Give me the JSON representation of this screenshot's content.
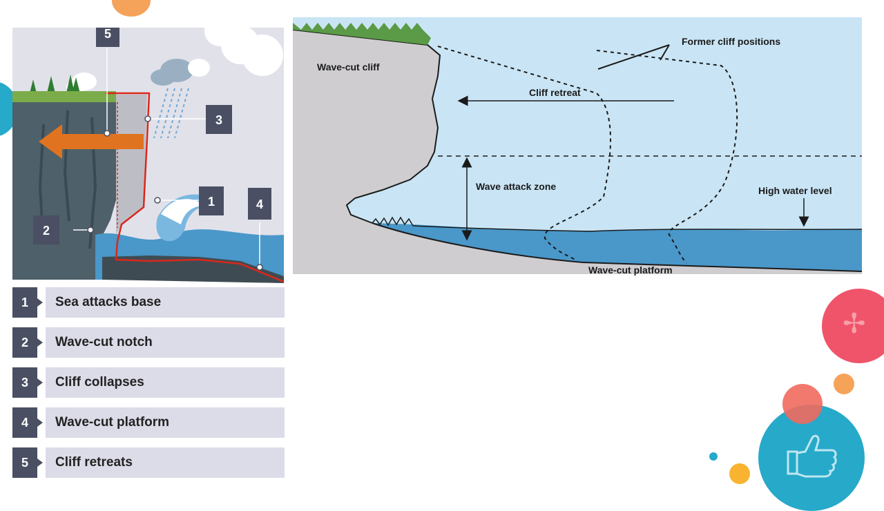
{
  "left_diagram": {
    "markers": [
      "1",
      "2",
      "3",
      "4",
      "5"
    ]
  },
  "legend": [
    {
      "num": "1",
      "label": "Sea attacks base"
    },
    {
      "num": "2",
      "label": "Wave-cut notch"
    },
    {
      "num": "3",
      "label": "Cliff collapses"
    },
    {
      "num": "4",
      "label": "Wave-cut platform"
    },
    {
      "num": "5",
      "label": "Cliff retreats"
    }
  ],
  "right_diagram": {
    "labels": {
      "former_cliff_positions": "Former cliff positions",
      "wave_cut_cliff": "Wave-cut cliff",
      "cliff_retreat": "Cliff retreat",
      "wave_attack_zone": "Wave attack zone",
      "high_water_level": "High water level",
      "wave_cut_platform": "Wave-cut platform"
    }
  },
  "colors": {
    "sky": "#c9e5f5",
    "sea": "#4a97c9",
    "cliff": "#cfcdd0",
    "marker": "#4a4f63",
    "arrow": "#e0731f",
    "outline": "#d9281c"
  }
}
